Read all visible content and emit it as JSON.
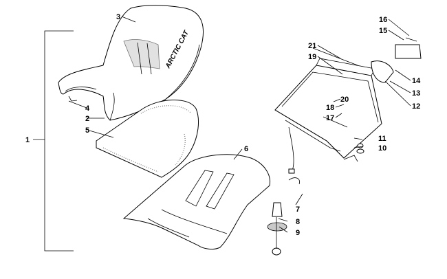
{
  "diagram": {
    "callouts": [
      {
        "id": "c1",
        "label": "1"
      },
      {
        "id": "c2",
        "label": "2"
      },
      {
        "id": "c3",
        "label": "3"
      },
      {
        "id": "c4",
        "label": "4"
      },
      {
        "id": "c5",
        "label": "5"
      },
      {
        "id": "c6",
        "label": "6"
      },
      {
        "id": "c7",
        "label": "7"
      },
      {
        "id": "c8",
        "label": "8"
      },
      {
        "id": "c9",
        "label": "9"
      },
      {
        "id": "c10",
        "label": "10"
      },
      {
        "id": "c11",
        "label": "11"
      },
      {
        "id": "c12",
        "label": "12"
      },
      {
        "id": "c13",
        "label": "13"
      },
      {
        "id": "c14",
        "label": "14"
      },
      {
        "id": "c15",
        "label": "15"
      },
      {
        "id": "c16",
        "label": "16"
      },
      {
        "id": "c17",
        "label": "17"
      },
      {
        "id": "c18",
        "label": "18"
      },
      {
        "id": "c19",
        "label": "19"
      },
      {
        "id": "c20",
        "label": "20"
      },
      {
        "id": "c21",
        "label": "21"
      }
    ],
    "seat_logo_text": "ARCTIC CAT"
  }
}
